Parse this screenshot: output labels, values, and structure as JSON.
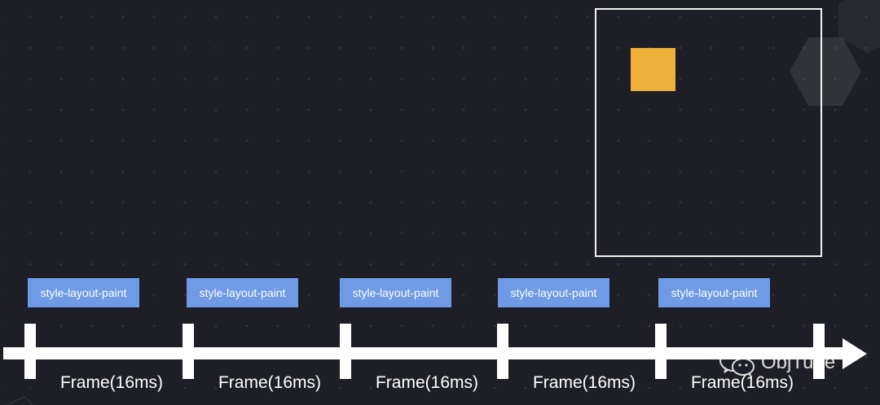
{
  "colors": {
    "background": "#1e1f26",
    "stage_fill": "#6f9ae6",
    "square_fill": "#f0b03a",
    "box_border": "#f2f2f2",
    "timeline": "#ffffff"
  },
  "stages": [
    {
      "label": "style-layout-paint"
    },
    {
      "label": "style-layout-paint"
    },
    {
      "label": "style-layout-paint"
    },
    {
      "label": "style-layout-paint"
    },
    {
      "label": "style-layout-paint"
    }
  ],
  "frames": [
    {
      "label": "Frame(16ms)"
    },
    {
      "label": "Frame(16ms)"
    },
    {
      "label": "Frame(16ms)"
    },
    {
      "label": "Frame(16ms)"
    },
    {
      "label": "Frame(16ms)"
    }
  ],
  "watermark": {
    "text": "ObjTube",
    "icon": "wechat-icon"
  },
  "icons": {
    "decoration": "hexagon-icon",
    "arrow": "arrow-right-icon"
  }
}
